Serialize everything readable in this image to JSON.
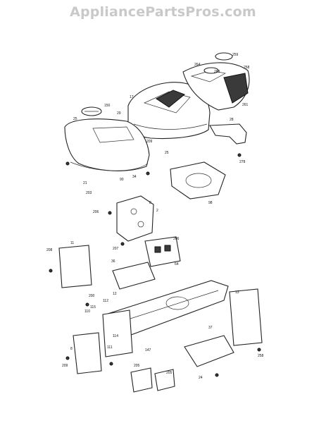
{
  "watermark": "AppliancePartsPros.com",
  "callouts": [
    "150",
    "29",
    "25",
    "17",
    "21",
    "90",
    "203",
    "34",
    "209",
    "259",
    "264",
    "263",
    "258",
    "261",
    "28",
    "278",
    "98",
    "206",
    "8",
    "2",
    "207",
    "11",
    "64",
    "12",
    "13",
    "36",
    "200",
    "110",
    "114",
    "111",
    "8",
    "209",
    "206",
    "208",
    "37",
    "115",
    "112",
    "147",
    "24",
    "205",
    "205",
    "258",
    "25"
  ]
}
